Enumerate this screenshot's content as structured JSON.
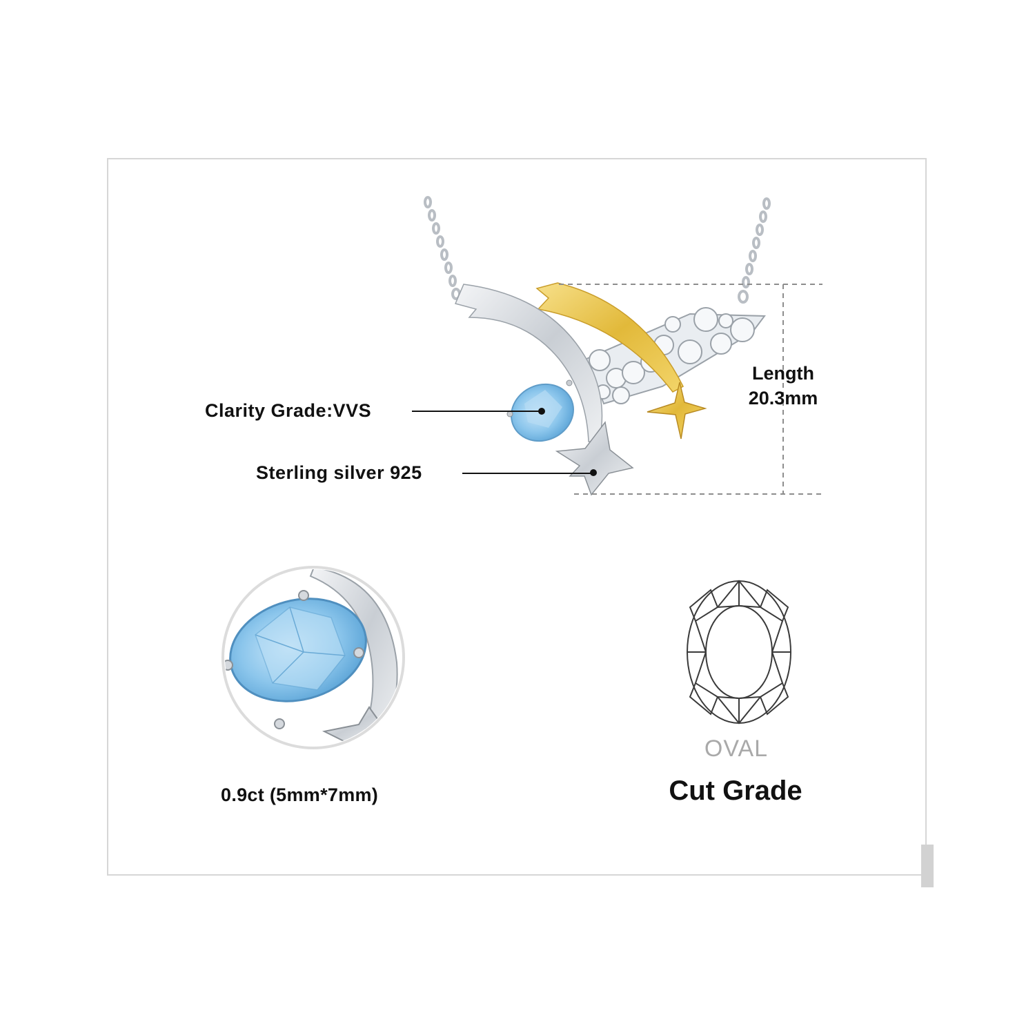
{
  "specs": {
    "clarity": "Clarity Grade:VVS",
    "material": "Sterling silver 925",
    "length_label": "Length",
    "length_value": "20.3mm",
    "stone_weight": "0.9ct (5mm*7mm)",
    "cut_shape": "OVAL",
    "cut_title": "Cut Grade"
  },
  "colors": {
    "stone": "#8cc6ec",
    "gold": "#e8c545",
    "silver": "#d9dde2",
    "frame": "#d6d6d6"
  },
  "icons": [
    "necklace-pendant-image",
    "stone-closeup-image",
    "oval-cut-diagram-icon"
  ]
}
